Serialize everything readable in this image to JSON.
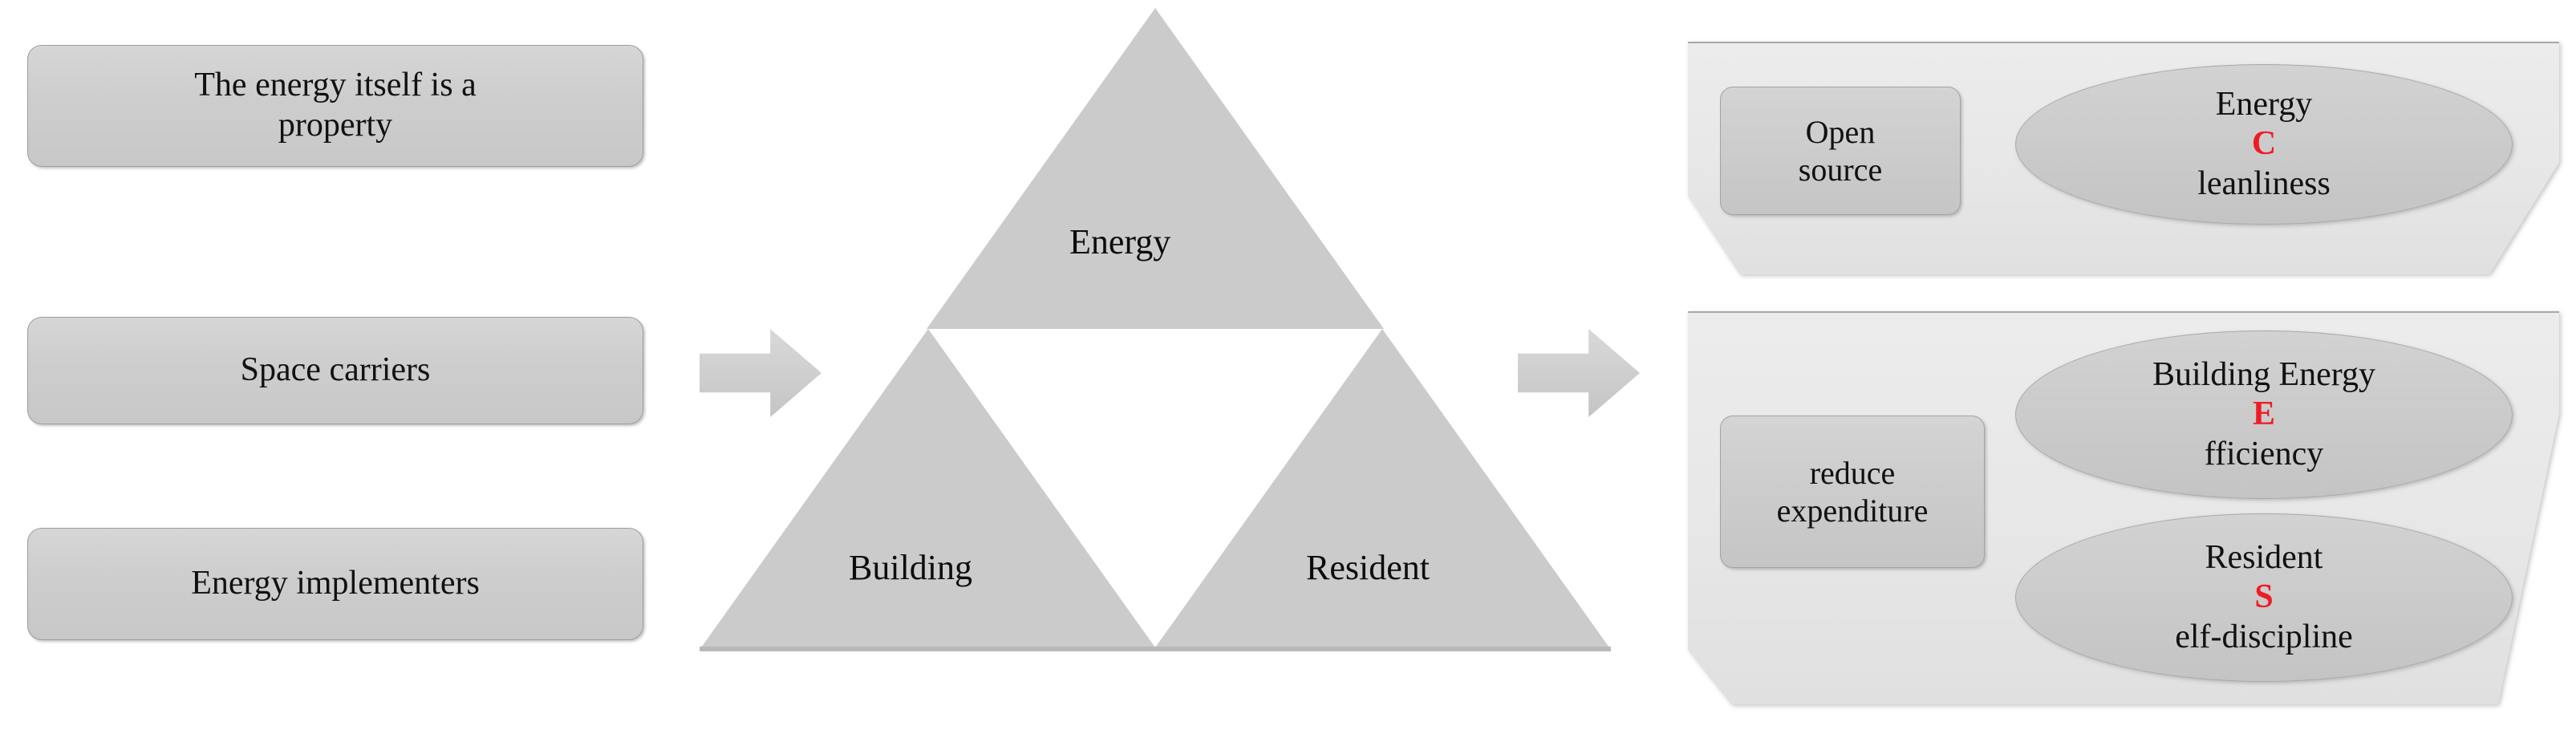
{
  "diagram": {
    "title": "Building energy system triangle diagram",
    "colors": {
      "highlight": "#ee1b24",
      "box_fill": "#cdcdcd",
      "panel_fill": "#e9e9e9",
      "triangle_fill": "#cbcbcb",
      "text": "#111111"
    }
  },
  "inputs": {
    "items": [
      {
        "id": "energy-property",
        "label": "The energy itself is a",
        "label_line2": "property"
      },
      {
        "id": "space-carriers",
        "label": "Space carriers",
        "label_line2": ""
      },
      {
        "id": "energy-implementers",
        "label": "Energy implementers",
        "label_line2": ""
      }
    ]
  },
  "arrows": [
    {
      "id": "arrow-inputs-to-triangle",
      "name": "right-arrow-icon"
    },
    {
      "id": "arrow-triangle-to-outcomes",
      "name": "right-arrow-icon"
    }
  ],
  "triangle": {
    "top": "Energy",
    "bottom_left": "Building",
    "bottom_right": "Resident"
  },
  "outcomes": {
    "panel_top": {
      "chip": {
        "line1": "Open",
        "line2": "source"
      },
      "ellipse": {
        "line1": "Energy",
        "highlight": "C",
        "rest": "leanliness"
      }
    },
    "panel_bottom": {
      "chip": {
        "line1": "reduce",
        "line2": "expenditure"
      },
      "ellipse_1": {
        "line1": "Building Energy",
        "highlight": "E",
        "rest": "fficiency"
      },
      "ellipse_2": {
        "line1": "Resident",
        "highlight": "S",
        "rest": "elf-discipline"
      }
    }
  }
}
